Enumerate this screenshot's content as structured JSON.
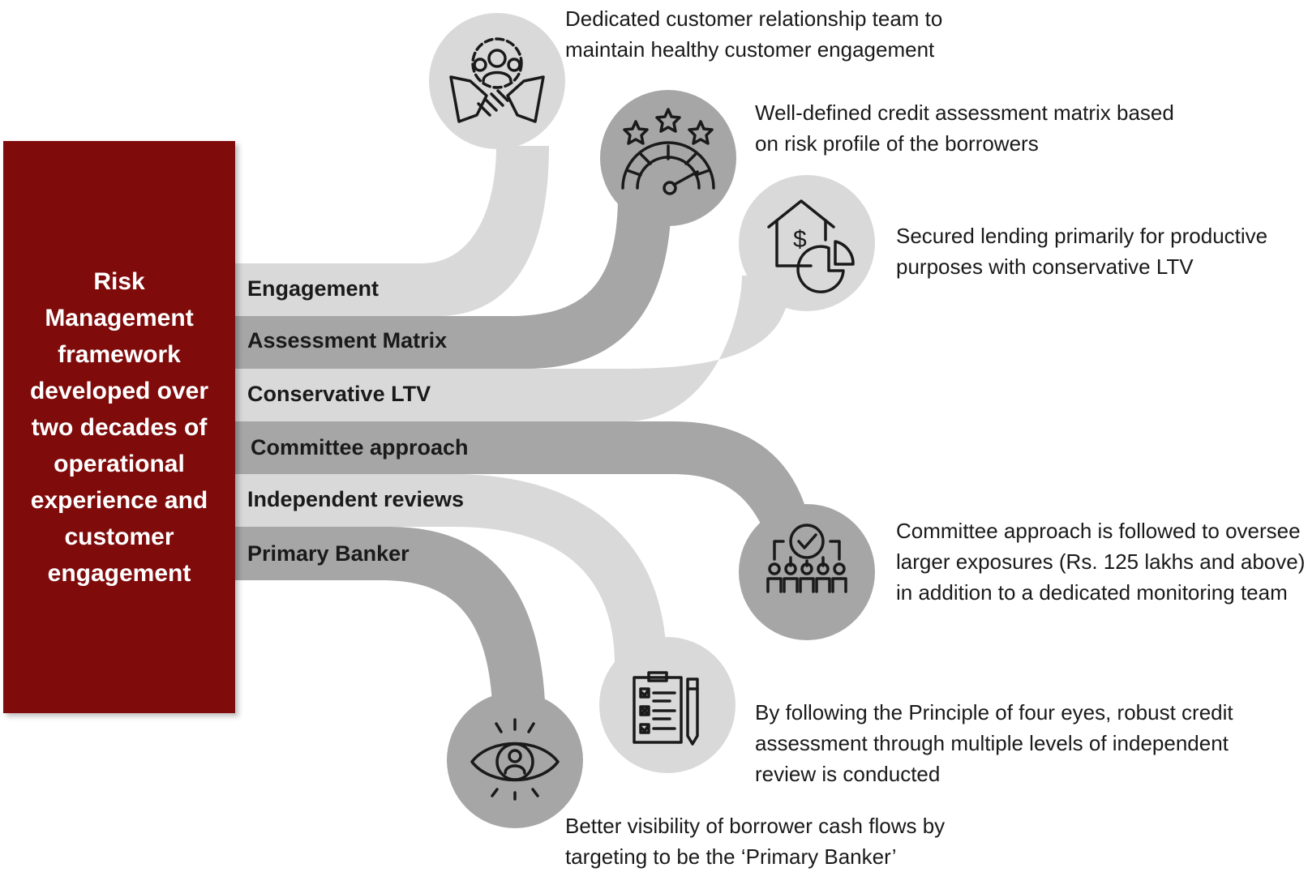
{
  "panel": {
    "title": "Risk Management framework developed over two decades of operational experience and customer engagement"
  },
  "colors": {
    "panel": "#7f0b0b",
    "light": "#d9d9d9",
    "dark": "#a6a6a6",
    "icon": "#1a1a1a"
  },
  "branches": [
    {
      "label": "Engagement",
      "description": "Dedicated customer relationship team to maintain healthy customer engagement",
      "icon": "handshake-team-icon"
    },
    {
      "label": "Assessment Matrix",
      "description": "Well-defined credit assessment matrix based on risk profile of the borrowers",
      "icon": "rating-gauge-icon"
    },
    {
      "label": "Conservative LTV",
      "description": "Secured lending primarily for productive purposes with conservative LTV",
      "icon": "house-dollar-chart-icon"
    },
    {
      "label": "Committee approach",
      "description": "Committee approach is followed to oversee larger exposures (Rs. 125 lakhs and above) in addition to a dedicated monitoring team",
      "icon": "committee-approval-icon"
    },
    {
      "label": "Independent reviews",
      "description": "By following the Principle of four eyes, robust credit assessment through multiple levels of independent review is conducted",
      "icon": "checklist-clipboard-icon"
    },
    {
      "label": "Primary Banker",
      "description": "Better visibility of borrower cash flows by targeting to be the ‘Primary Banker’",
      "icon": "eye-person-icon"
    }
  ]
}
